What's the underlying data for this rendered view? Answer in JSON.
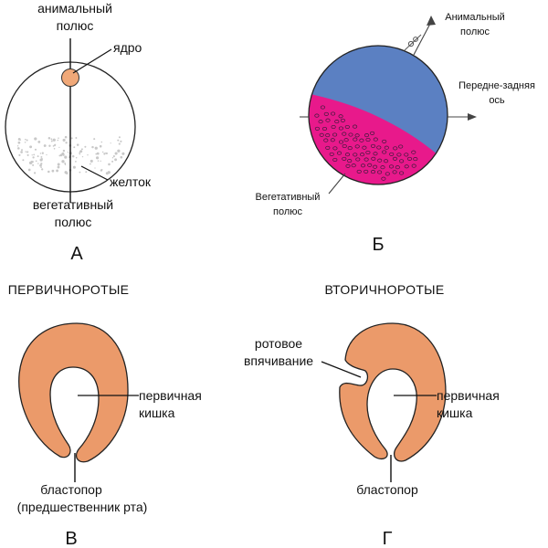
{
  "panel_a": {
    "animal_pole_line1": "анимальный",
    "animal_pole_line2": "полюс",
    "nucleus": "ядро",
    "yolk": "желток",
    "vegetal_pole_line1": "вегетативный",
    "vegetal_pole_line2": "полюс",
    "letter": "А"
  },
  "panel_b": {
    "animal_pole_line1": "Анимальный",
    "animal_pole_line2": "полюс",
    "ap_axis_line1": "Передне-задняя",
    "ap_axis_line2": "ось",
    "vegetal_pole_line1": "Вегетативный",
    "vegetal_pole_line2": "полюс",
    "letter": "Б",
    "colors": {
      "animal": "#5b80c2",
      "vegetal": "#e8198b"
    }
  },
  "panel_c": {
    "title": "ПЕРВИЧНОРОТЫЕ",
    "gut_line1": "первичная",
    "gut_line2": "кишка",
    "blastopore_line1": "бластопор",
    "blastopore_line2": "(предшественник рта)",
    "letter": "В"
  },
  "panel_d": {
    "title": "ВТОРИЧНОРОТЫЕ",
    "mouth_line1": "ротовое",
    "mouth_line2": "впячивание",
    "gut_line1": "первичная",
    "gut_line2": "кишка",
    "blastopore": "бластопор",
    "letter": "Г"
  },
  "colors": {
    "embryo": "#eb9a6a",
    "nucleus": "#f0a878"
  }
}
